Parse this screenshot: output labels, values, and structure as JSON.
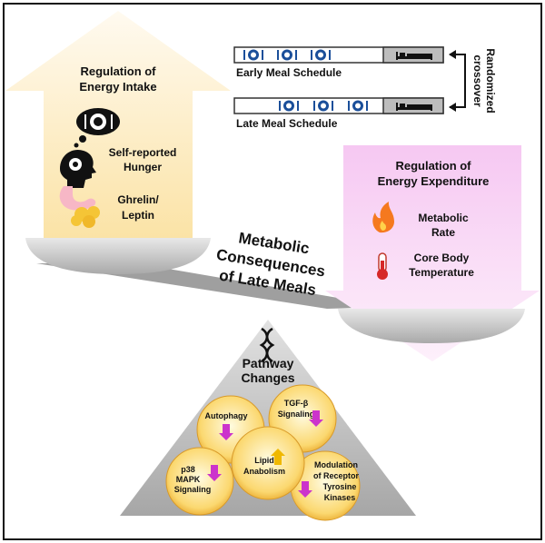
{
  "energy_intake": {
    "title_line1": "Regulation of",
    "title_line2": "Energy Intake",
    "hunger_line1": "Self-reported",
    "hunger_line2": "Hunger",
    "hormones_line1": "Ghrelin/",
    "hormones_line2": "Leptin"
  },
  "schedules": {
    "early_label": "Early Meal Schedule",
    "late_label": "Late Meal Schedule",
    "crossover_line1": "Randomized",
    "crossover_line2": "crossover"
  },
  "energy_expenditure": {
    "title_line1": "Regulation of",
    "title_line2": "Energy Expenditure",
    "metabolic_line1": "Metabolic",
    "metabolic_line2": "Rate",
    "temp_line1": "Core Body",
    "temp_line2": "Temperature"
  },
  "center": {
    "line1": "Metabolic",
    "line2": "Consequences",
    "line3": "of Late Meals"
  },
  "pathway": {
    "title_line1": "Pathway",
    "title_line2": "Changes",
    "autophagy": "Autophagy",
    "tgf_line1": "TGF-β",
    "tgf_line2": "Signaling",
    "lipid_line1": "Lipid",
    "lipid_line2": "Anabolism",
    "p38_line1": "p38",
    "p38_line2": "MAPK",
    "p38_line3": "Signaling",
    "mod_line1": "Modulation",
    "mod_line2": "of Receptor",
    "mod_line3": "Tyrosine",
    "mod_line4": "Kinases"
  },
  "colors": {
    "intake_arrow": "#fdf0c8",
    "expenditure_arrow": "#f8d2f4",
    "scale": "#cfcfcf",
    "cell_fill": "#f9c64a",
    "down_arrow": "#cc33cc",
    "up_arrow": "#f0b800"
  }
}
